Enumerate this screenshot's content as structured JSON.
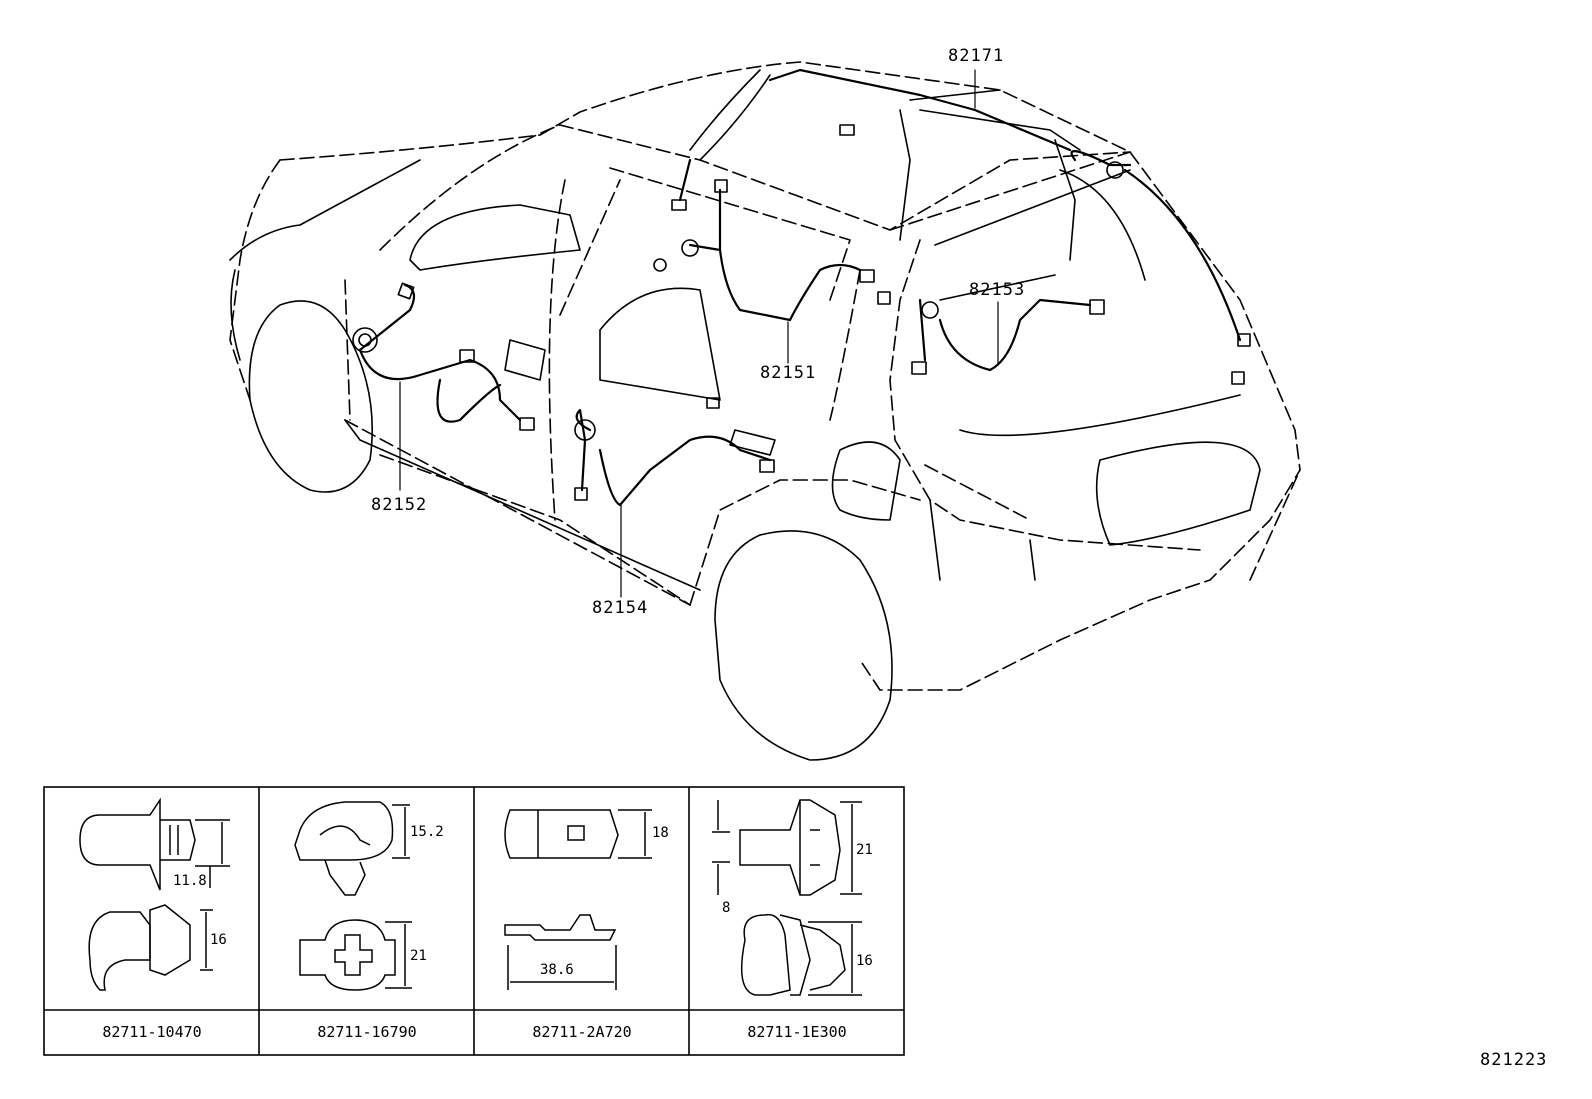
{
  "diagram": {
    "callouts": {
      "c82171": "82171",
      "c82153": "82153",
      "c82151": "82151",
      "c82152": "82152",
      "c82154": "82154"
    },
    "reference_id": "821223"
  },
  "clips_table": {
    "cells": [
      {
        "part_number": "82711-10470",
        "dims": [
          "11.8",
          "16"
        ]
      },
      {
        "part_number": "82711-16790",
        "dims": [
          "15.2",
          "21"
        ]
      },
      {
        "part_number": "82711-2A720",
        "dims": [
          "18",
          "38.6"
        ]
      },
      {
        "part_number": "82711-1E300",
        "dims": [
          "21",
          "8",
          "16"
        ]
      }
    ]
  }
}
